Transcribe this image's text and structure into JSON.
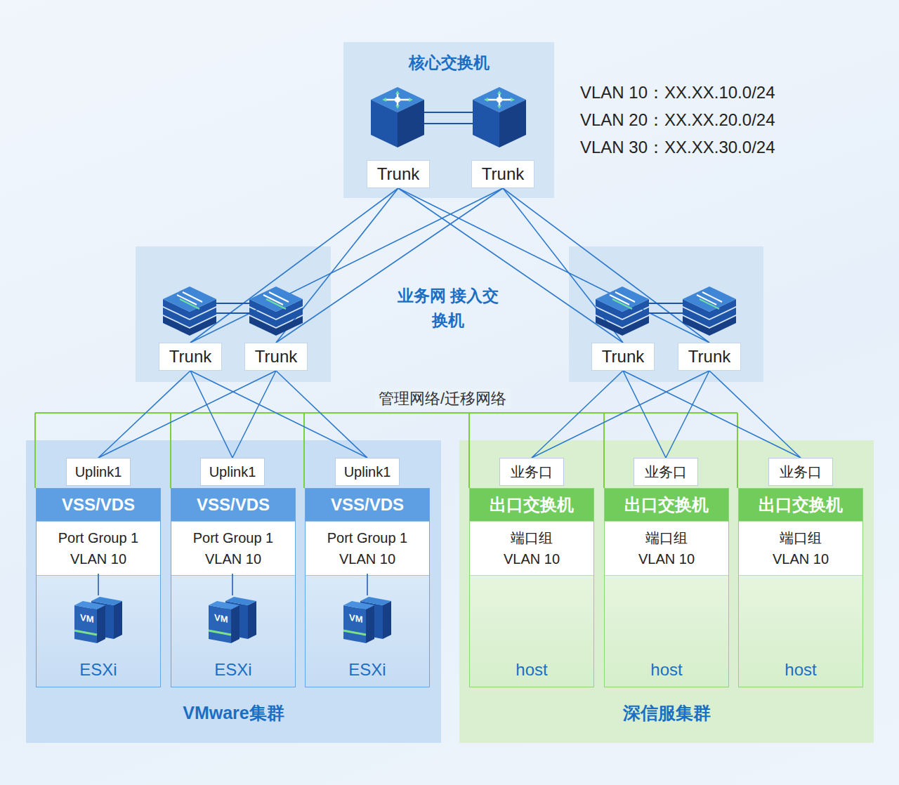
{
  "diagram": {
    "nodes": [
      {
        "text": [
          "核心交换机"
        ]
      },
      {
        "text": [
          "Trunk"
        ],
        "in": 0
      },
      {
        "text": [
          "Trunk"
        ],
        "in": 0
      },
      {
        "text": [
          "Trunk"
        ]
      },
      {
        "text": [
          "Trunk"
        ]
      },
      {
        "text": [
          "Trunk"
        ]
      },
      {
        "text": [
          "Trunk"
        ]
      },
      {
        "text": [
          "VMware集群"
        ]
      },
      {
        "text": [
          "Uplink1"
        ],
        "in": 7
      },
      {
        "text": [
          "VSS/VDS",
          "Port Group 1 VLAN 10",
          "ESXi"
        ],
        "in": 7
      },
      {
        "text": [
          "Uplink1"
        ],
        "in": 7
      },
      {
        "text": [
          "VSS/VDS",
          "Port Group 1 VLAN 10",
          "ESXi"
        ],
        "in": 7
      },
      {
        "text": [
          "Uplink1"
        ],
        "in": 7
      },
      {
        "text": [
          "VSS/VDS",
          "Port Group 1 VLAN 10",
          "ESXi"
        ],
        "in": 7
      },
      {
        "text": [
          "深信服集群"
        ]
      },
      {
        "text": [
          "业务口"
        ],
        "in": 14
      },
      {
        "text": [
          "出口交换机",
          "端口组 VLAN 10",
          "host"
        ],
        "in": 14
      },
      {
        "text": [
          "业务口"
        ],
        "in": 14
      },
      {
        "text": [
          "出口交换机",
          "端口组 VLAN 10",
          "host"
        ],
        "in": 14
      },
      {
        "text": [
          "业务口"
        ],
        "in": 14
      },
      {
        "text": [
          "出口交换机",
          "端口组 VLAN 10",
          "host"
        ],
        "in": 14
      }
    ],
    "edges": [
      {
        "from": 1,
        "to": 3,
        "arrow": "none"
      },
      {
        "from": 1,
        "to": 4,
        "arrow": "none"
      },
      {
        "from": 1,
        "to": 5,
        "arrow": "none"
      },
      {
        "from": 1,
        "to": 6,
        "arrow": "none"
      },
      {
        "from": 2,
        "to": 3,
        "arrow": "none"
      },
      {
        "from": 2,
        "to": 4,
        "arrow": "none"
      },
      {
        "from": 2,
        "to": 5,
        "arrow": "none"
      },
      {
        "from": 2,
        "to": 6,
        "arrow": "none"
      },
      {
        "from": 3,
        "to": 8,
        "arrow": "none"
      },
      {
        "from": 3,
        "to": 10,
        "arrow": "none"
      },
      {
        "from": 3,
        "to": 12,
        "arrow": "none"
      },
      {
        "from": 4,
        "to": 8,
        "arrow": "none"
      },
      {
        "from": 4,
        "to": 10,
        "arrow": "none"
      },
      {
        "from": 4,
        "to": 12,
        "arrow": "none"
      },
      {
        "from": 5,
        "to": 15,
        "arrow": "none"
      },
      {
        "from": 5,
        "to": 17,
        "arrow": "none"
      },
      {
        "from": 5,
        "to": 19,
        "arrow": "none"
      },
      {
        "from": 6,
        "to": 15,
        "arrow": "none"
      },
      {
        "from": 6,
        "to": 17,
        "arrow": "none"
      },
      {
        "from": 6,
        "to": 19,
        "arrow": "none"
      }
    ],
    "labels": [
      "VLAN 10：XX.XX.10.0/24",
      "VLAN 20：XX.XX.20.0/24",
      "VLAN 30：XX.XX.30.0/24",
      "业务网 接入交换机",
      "管理网络/迁移网络"
    ]
  }
}
